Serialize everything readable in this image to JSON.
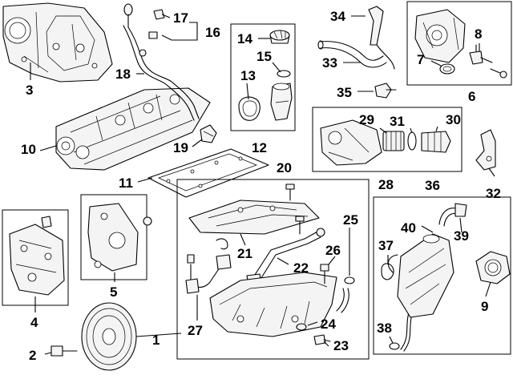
{
  "callouts": {
    "c1": "1",
    "c2": "2",
    "c3": "3",
    "c4": "4",
    "c5": "5",
    "c6": "6",
    "c7": "7",
    "c8": "8",
    "c9": "9",
    "c10": "10",
    "c11": "11",
    "c12": "12",
    "c13": "13",
    "c14": "14",
    "c15": "15",
    "c16": "16",
    "c17": "17",
    "c18": "18",
    "c19": "19",
    "c20": "20",
    "c21": "21",
    "c22": "22",
    "c23": "23",
    "c24": "24",
    "c25": "25",
    "c26": "26",
    "c27": "27",
    "c28": "28",
    "c29": "29",
    "c30": "30",
    "c31": "31",
    "c32": "32",
    "c33": "33",
    "c34": "34",
    "c35": "35",
    "c36": "36",
    "c37": "37",
    "c38": "38",
    "c39": "39",
    "c40": "40"
  }
}
